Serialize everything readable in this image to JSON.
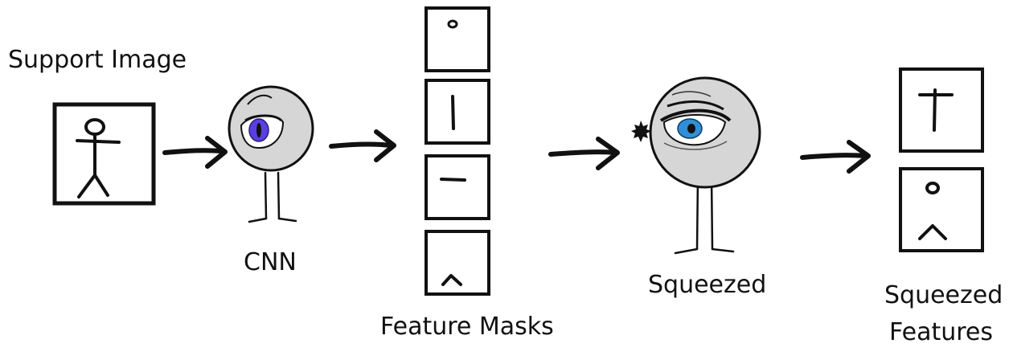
{
  "labels": {
    "support_image": "Support Image",
    "cnn": "CNN",
    "feature_masks": "Feature Masks",
    "squeezed": "Squeezed",
    "squeezed_features_line1": "Squeezed",
    "squeezed_features_line2": "Features"
  },
  "colors": {
    "ink": "#111111",
    "head_fill": "#d6d6d6",
    "eye_white": "#ffffff",
    "cnn_iris": "#5a3fe0",
    "squeezed_iris": "#2f8fd8"
  },
  "icons": {
    "support_image": "stick-figure-icon",
    "cnn": "one-eyed-creature-icon",
    "squeezed": "squinting-creature-icon",
    "arrow": "arrow-right-icon"
  },
  "feature_masks": [
    "small-circle-icon",
    "vertical-line-icon",
    "horizontal-dash-icon",
    "chevron-up-icon"
  ],
  "squeezed_features": [
    "cross-icon",
    "circle-and-chevron-icon"
  ]
}
